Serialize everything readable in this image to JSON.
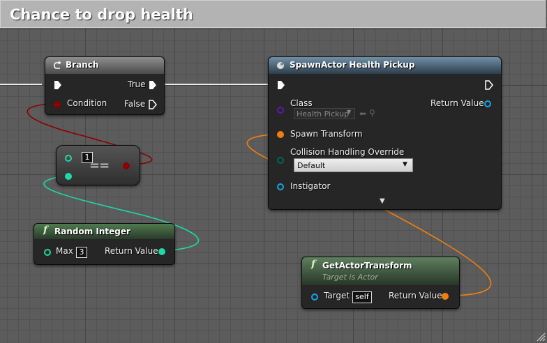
{
  "comment": {
    "title": "Chance to drop health"
  },
  "colors": {
    "exec": "#ffffff",
    "bool": "#8c0000",
    "int": "#1ed9a6",
    "transform": "#f07e0e",
    "class": "#5a1ab0",
    "object": "#17a4e8",
    "enum": "#05665c"
  },
  "branch": {
    "title": "Branch",
    "icon": "branch-icon",
    "pins": {
      "true_label": "True",
      "condition_label": "Condition",
      "false_label": "False"
    }
  },
  "equal": {
    "value": "1",
    "symbol": "=="
  },
  "random_integer": {
    "title": "Random Integer",
    "icon": "function-icon",
    "max_label": "Max",
    "max_value": "3",
    "return_label": "Return Value"
  },
  "spawn": {
    "title": "SpawnActor Health Pickup",
    "icon": "spawn-actor-icon",
    "class_label": "Class",
    "class_value": "Health Pickup",
    "return_label": "Return Value",
    "spawn_transform_label": "Spawn Transform",
    "collision_label": "Collision Handling Override",
    "collision_value": "Default",
    "instigator_label": "Instigator"
  },
  "get_transform": {
    "title": "GetActorTransform",
    "subtitle": "Target is Actor",
    "icon": "function-icon",
    "target_label": "Target",
    "target_value": "self",
    "return_label": "Return Value"
  }
}
